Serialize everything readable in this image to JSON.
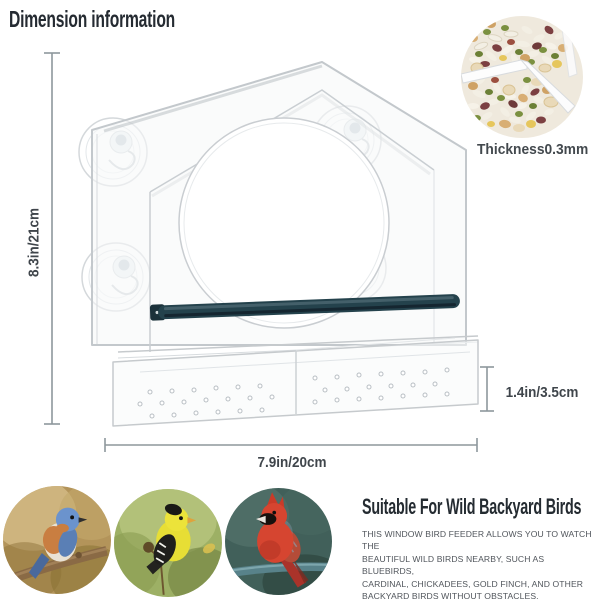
{
  "title": "Dimension information",
  "detail_callout": {
    "label": "Thickness0.3mm",
    "photo": "seed-mix-in-tray-top-view"
  },
  "dimensions": {
    "height": "8.3in/21cm",
    "width": "7.9in/20cm",
    "tray_height": "1.4in/3.5cm"
  },
  "suitability": {
    "heading": "Suitable For Wild Backyard Birds",
    "body_lines": [
      "THIS WINDOW BIRD FEEDER ALLOWS YOU TO WATCH THE",
      "BEAUTIFUL WILD BIRDS NEARBY, SUCH AS BLUEBIRDS,",
      "CARDINAL, CHICKADEES, GOLD FINCH, AND OTHER",
      "BACKYARD BIRDS WITHOUT OBSTACLES."
    ]
  },
  "bird_photos": [
    "bluebird",
    "goldfinch",
    "cardinal"
  ],
  "colors": {
    "heading_text": "#242b31",
    "body_text": "#51565c",
    "dimension_line": "#8e979c",
    "perch": "#24424c"
  }
}
